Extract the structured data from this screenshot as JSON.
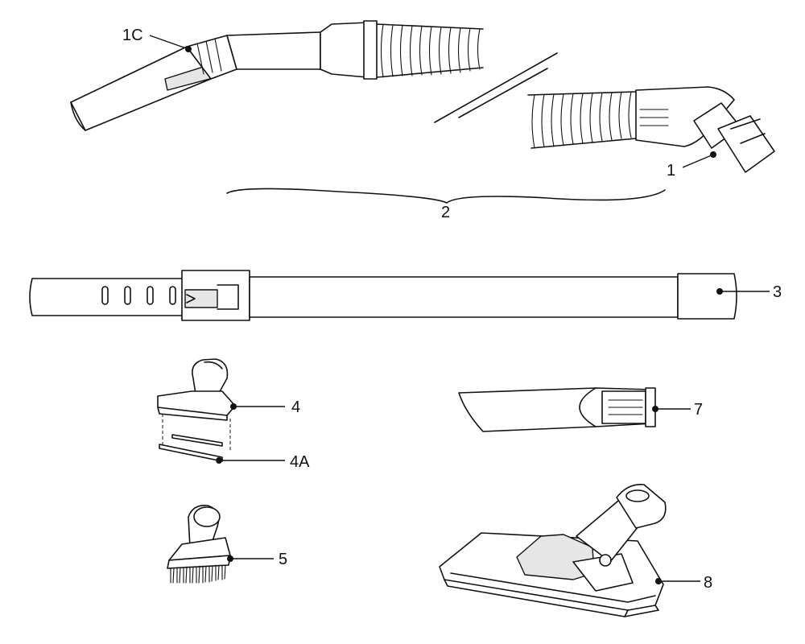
{
  "callouts": {
    "hose_end_1c": "1C",
    "hose_handle_1": "1",
    "hose_assembly_2": "2",
    "wand_3": "3",
    "upholstery_tool_4": "4",
    "tool_insert_4a": "4A",
    "dusting_brush_5": "5",
    "crevice_tool_7": "7",
    "floor_nozzle_8": "8"
  }
}
